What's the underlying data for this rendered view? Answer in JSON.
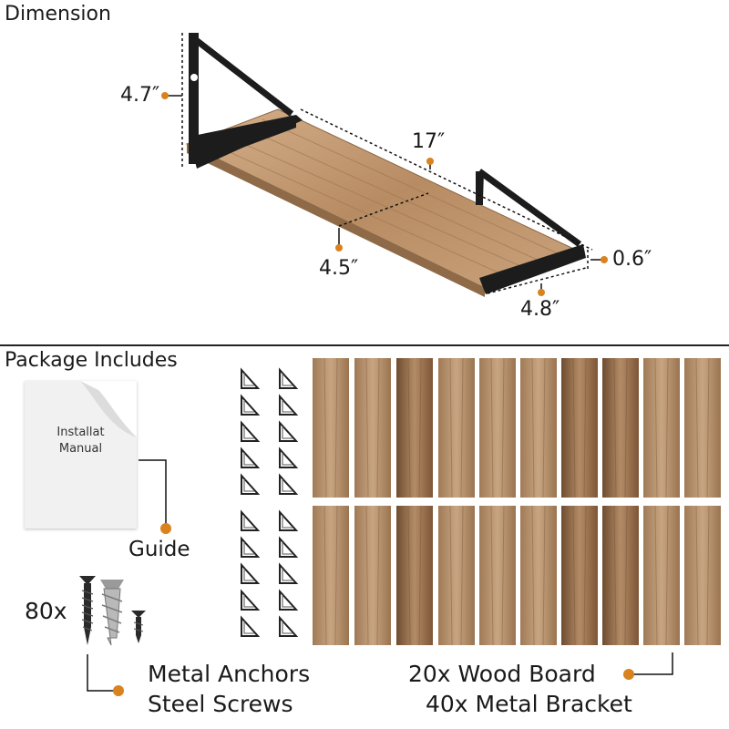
{
  "colors": {
    "accent_dot": "#d9821e",
    "bracket": "#1c1c1c",
    "wood_light": "#c9a27b",
    "wood_dark": "#7a5536"
  },
  "dimension": {
    "title": "Dimension",
    "height": "4.7″",
    "length": "17″",
    "depth_inner": "4.5″",
    "thickness": "0.6″",
    "width": "4.8″"
  },
  "package": {
    "title": "Package Includes",
    "manual_text": [
      "Installat",
      "Manual"
    ],
    "guide_label": "Guide",
    "screws_count": "80x",
    "anchors_label": "Metal Anchors",
    "screws_label": "Steel Screws",
    "boards_label": "20x Wood Board",
    "brackets_label": "40x Metal Bracket"
  },
  "icons": [
    "shelf-illustration",
    "bracket-icon",
    "wood-board",
    "screw-icon",
    "anchor-icon",
    "manual-icon"
  ]
}
